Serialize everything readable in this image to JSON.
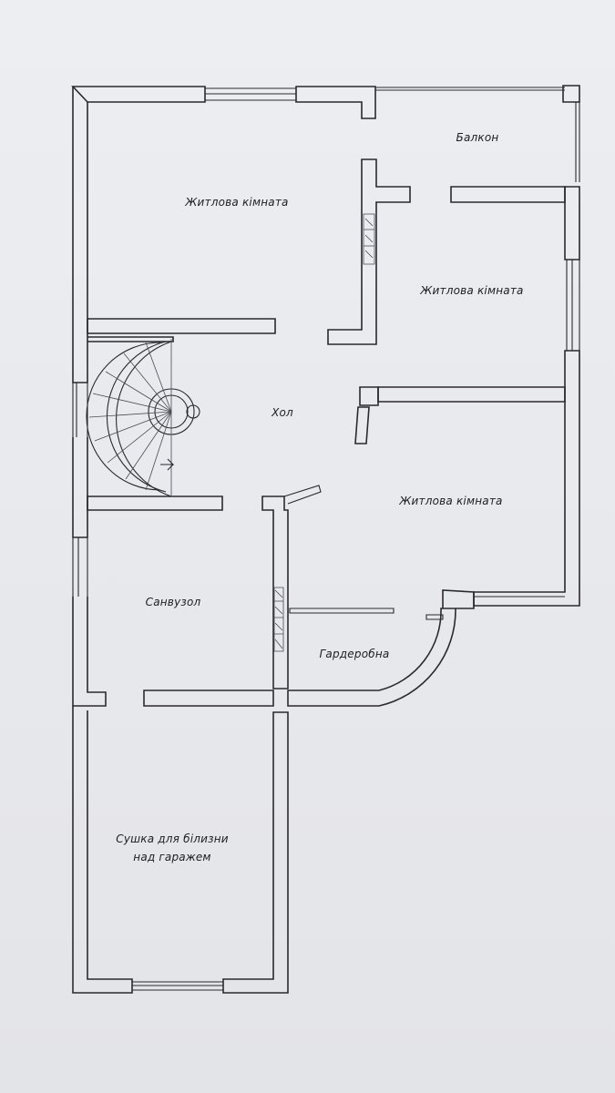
{
  "rooms": {
    "balcony": "Балкон",
    "living_room_1": "Житлова кімната",
    "living_room_2": "Житлова кімната",
    "living_room_3": "Житлова кімната",
    "hall": "Хол",
    "bathroom": "Санвузол",
    "wardrobe": "Гардеробна",
    "drying_line1": "Сушка для білизни",
    "drying_line2": "над гаражем"
  },
  "colors": {
    "paper": "#e9eaee",
    "ink": "#2a2a2e"
  }
}
